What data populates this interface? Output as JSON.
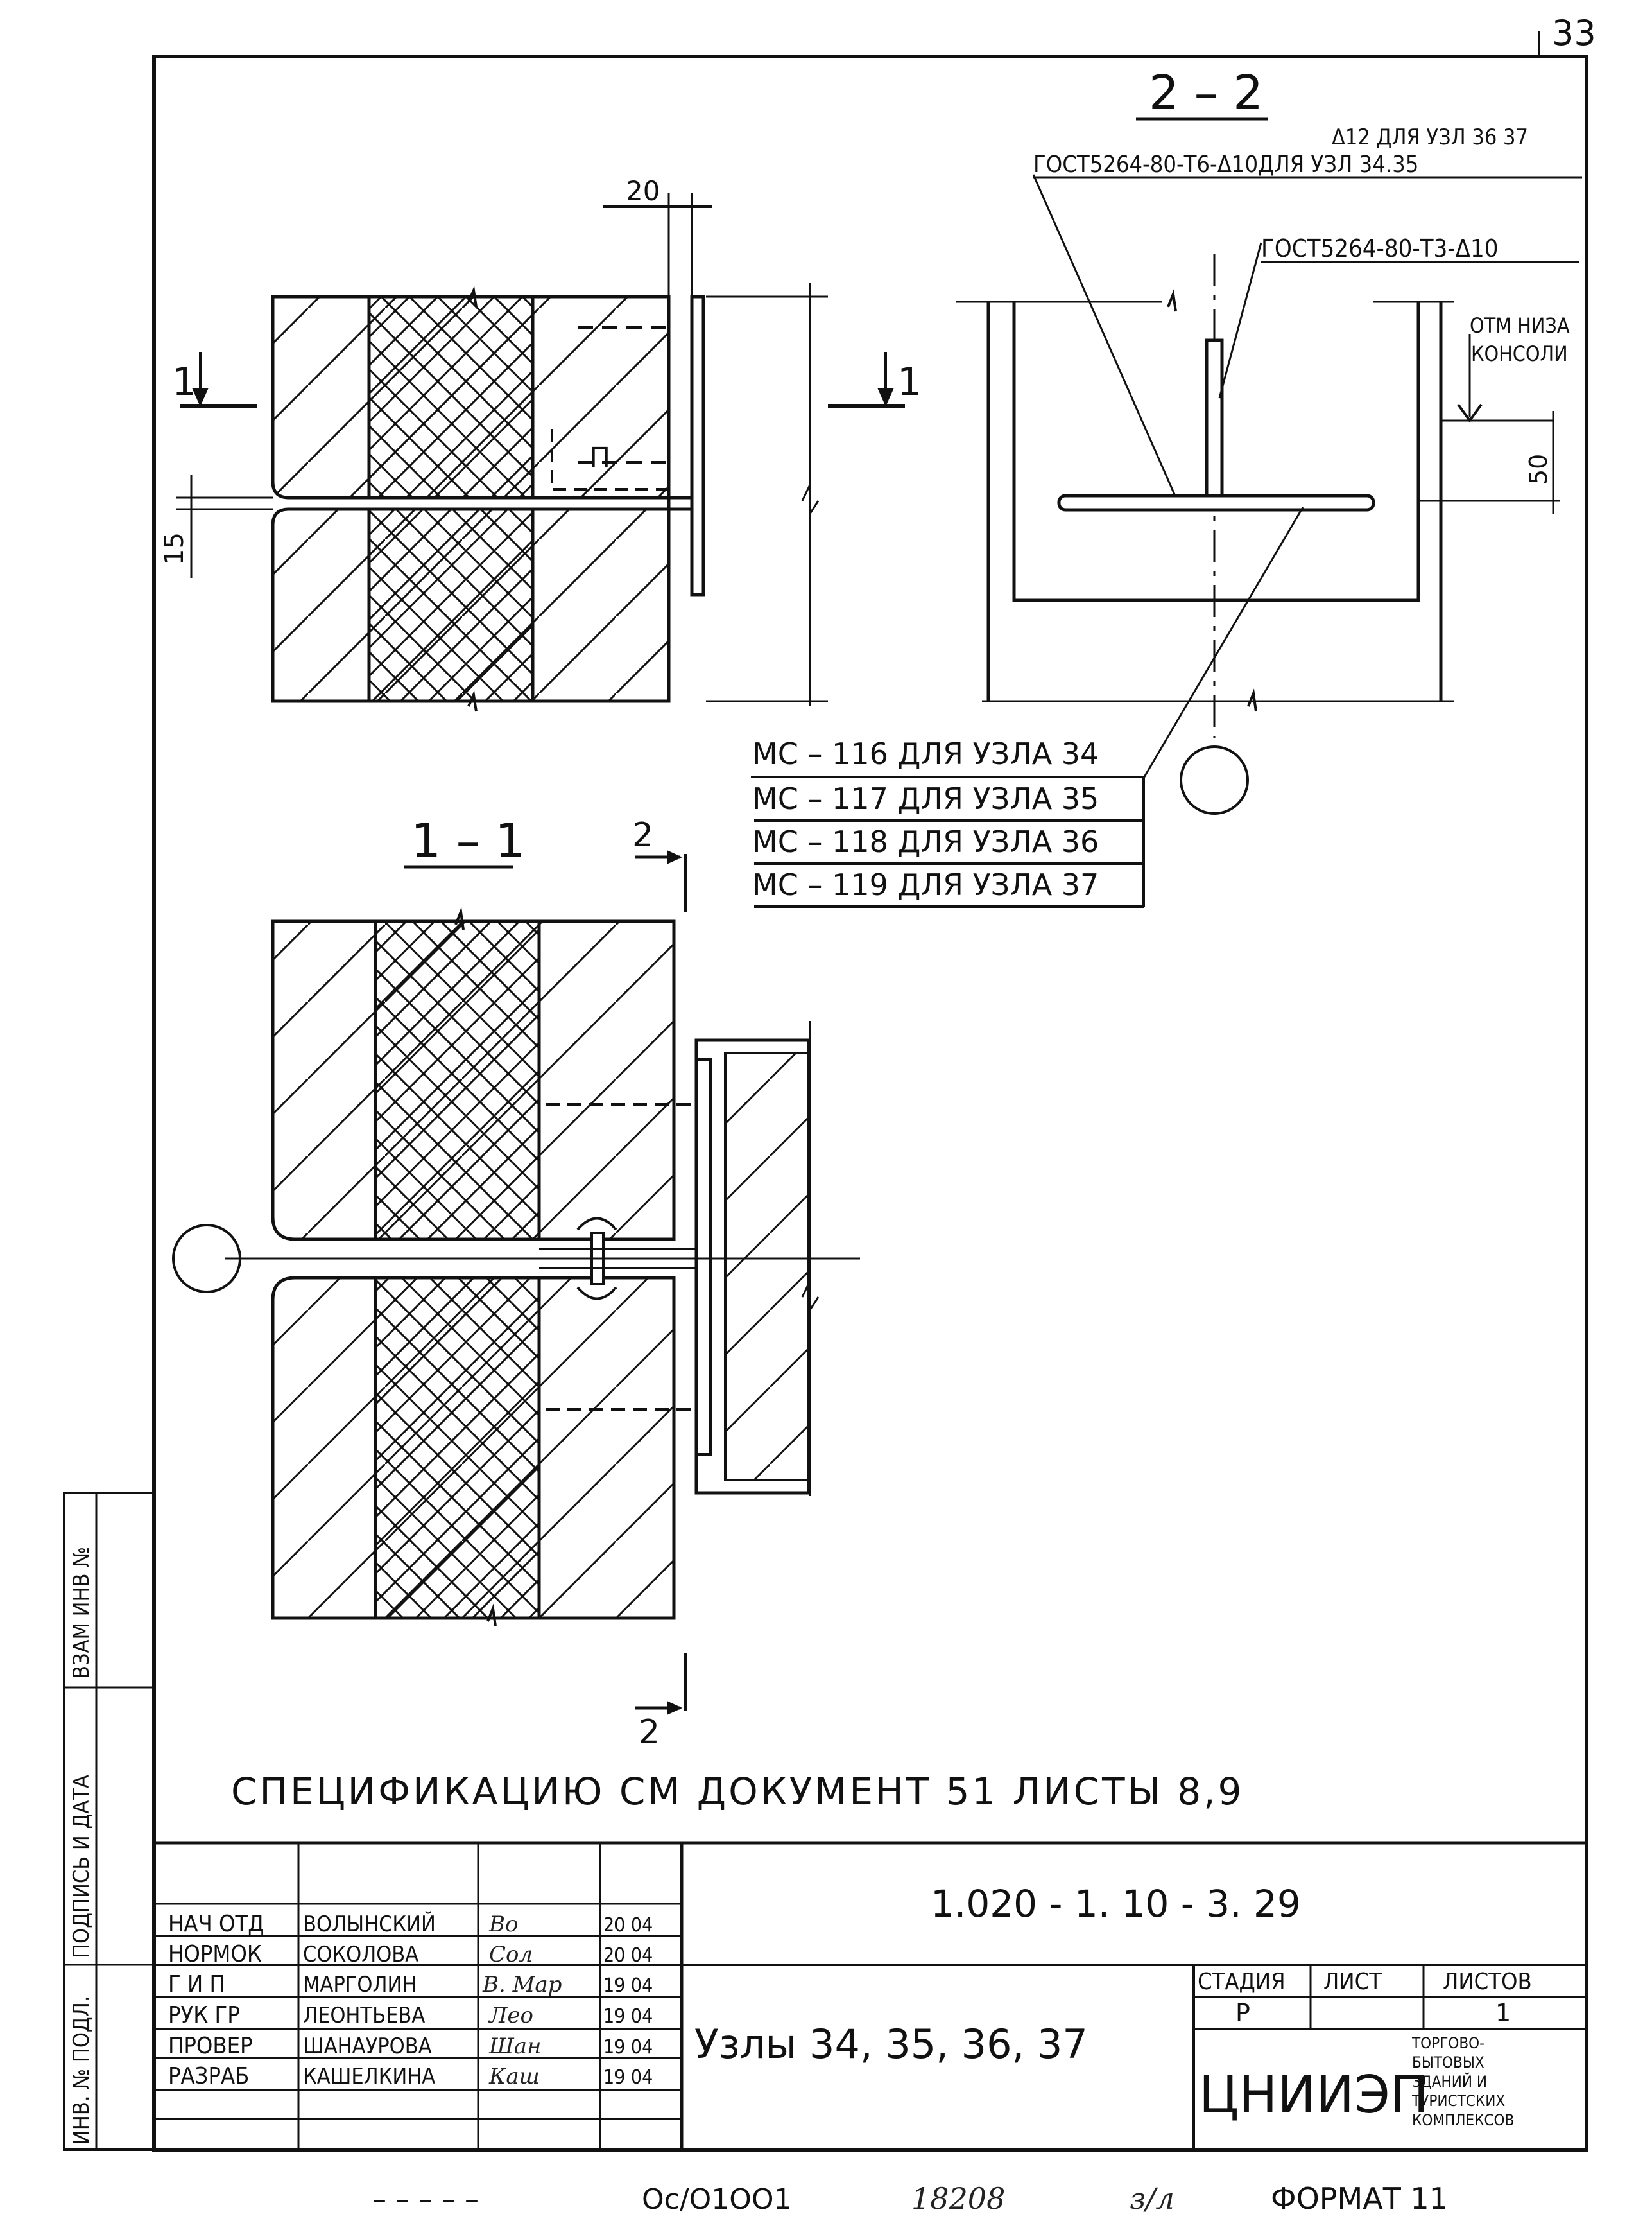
{
  "sheet_number": "33",
  "colors": {
    "ink": "#111111",
    "paper": "#ffffff"
  },
  "section_2_2": {
    "title": "2 – 2",
    "gost_label_a": "Δ12 ДЛЯ УЗЛ 36 37",
    "gost_label_b": "ГОСТ5264-80-Т6-Δ10ДЛЯ УЗЛ 34.35",
    "gost_label_c": "ГОСТ5264-80-Т3-Δ10",
    "mark_from_bottom_1": "ОТМ НИЗА",
    "mark_from_bottom_2": "КОНСОЛИ",
    "dim_50": "50"
  },
  "elevation": {
    "dim_20": "20",
    "dim_15": "15",
    "section_mark_left": "1",
    "section_mark_right": "1",
    "panel_label": "П"
  },
  "part_table": {
    "rows": [
      "МС – 116 ДЛЯ УЗЛА 34",
      "МС – 117 ДЛЯ УЗЛА 35",
      "МС – 118 ДЛЯ УЗЛА 36",
      "МС – 119 ДЛЯ УЗЛА 37"
    ]
  },
  "section_1_1": {
    "title": "1 – 1",
    "cut_mark_top": "2",
    "cut_mark_bottom": "2"
  },
  "spec_note": "СПЕЦИФИКАЦИЮ СМ ДОКУМЕНТ 51 ЛИСТЫ 8,9",
  "side_stamp": [
    "ИНВ. № ПОДЛ.",
    "ПОДПИСЬ И ДАТА",
    "ВЗАМ ИНВ №"
  ],
  "title_block": {
    "doc_code": "1.020 - 1. 10 - 3. 29",
    "title": "Узлы 34, 35, 36, 37",
    "stage_header": "СТАДИЯ",
    "sheet_header": "ЛИСТ",
    "sheets_header": "ЛИСТОВ",
    "stage_value": "Р",
    "sheet_value": "",
    "sheets_value": "1",
    "org": "ЦНИИЭП",
    "org_sub": [
      "ТОРГОВО-",
      "БЫТОВЫХ",
      "ЗДАНИЙ И",
      "ТУРИСТСКИХ",
      "КОМПЛЕКСОВ"
    ],
    "signers": [
      {
        "role": "НАЧ ОТД",
        "name": "ВОЛЫНСКИЙ",
        "sign": "Во",
        "date": "20 04"
      },
      {
        "role": "НОРМОК",
        "name": "СОКОЛОВА",
        "sign": "Сол",
        "date": "20 04"
      },
      {
        "role": "Г И П",
        "name": "МАРГОЛИН",
        "sign": "В. Мар",
        "date": "19 04"
      },
      {
        "role": "РУК ГР",
        "name": "ЛЕОНТЬЕВА",
        "sign": "Лео",
        "date": "19 04"
      },
      {
        "role": "ПРОВЕР",
        "name": "ШАНАУРОВА",
        "sign": "Шан",
        "date": "19 04"
      },
      {
        "role": "РАЗРАБ",
        "name": "КАШЕЛКИНА",
        "sign": "Каш",
        "date": "19 04"
      }
    ]
  },
  "footer": {
    "left": "– – – – –",
    "mid1": "Ос/О1ОО1",
    "mid2": "18208",
    "mid3": "з/л",
    "format": "ФОРМАТ 11"
  }
}
